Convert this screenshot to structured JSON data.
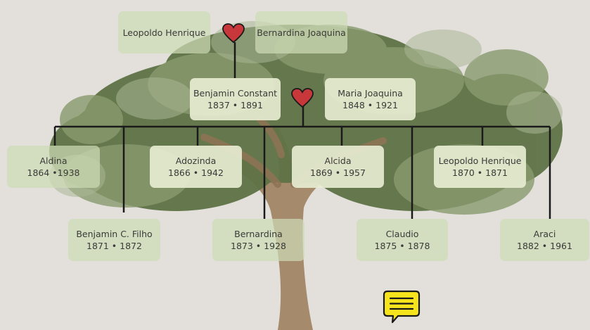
{
  "couples": [
    {
      "partner1": {
        "name": "Leopoldo Henrique"
      },
      "partner2": {
        "name": "Bernardina Joaquina"
      }
    },
    {
      "partner1": {
        "name": "Benjamin Constant",
        "years": "1837 • 1891"
      },
      "partner2": {
        "name": "Maria Joaquina",
        "years": "1848 • 1921"
      }
    }
  ],
  "children": [
    {
      "name": "Aldina",
      "years": "1864 •1938"
    },
    {
      "name": "Benjamin C. Filho",
      "years": "1871 • 1872"
    },
    {
      "name": "Adozinda",
      "years": "1866 • 1942"
    },
    {
      "name": "Bernardina",
      "years": "1873 • 1928"
    },
    {
      "name": "Alcida",
      "years": "1869 • 1957"
    },
    {
      "name": "Claudio",
      "years": "1875 • 1878"
    },
    {
      "name": "Leopoldo Henrique",
      "years": "1870 • 1871"
    },
    {
      "name": "Araci",
      "years": "1882 • 1961"
    }
  ],
  "colors": {
    "background": "#e3e0dc",
    "foliage_dark": "#5f7346",
    "foliage_mid": "#889a6e",
    "foliage_light": "#a9b794",
    "trunk": "#a58a6b",
    "heart": "#c8373a",
    "connector": "#1a1a1a",
    "comment_icon": "#f6e51d"
  },
  "icons": [
    "heart-icon",
    "comment-icon"
  ]
}
